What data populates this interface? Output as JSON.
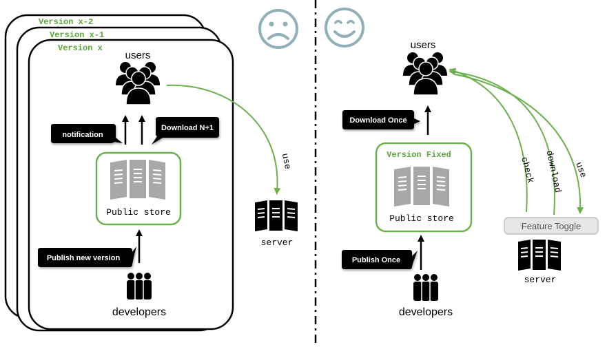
{
  "left": {
    "versions": [
      "Version x-2",
      "Version x-1",
      "Version x"
    ],
    "users_label": "users",
    "notification_label": "notification",
    "download_label": "Download N+1",
    "store_label": "Public store",
    "publish_label": "Publish new version",
    "developers_label": "developers",
    "use_label": "use",
    "server_label": "server",
    "mood": "sad-face"
  },
  "right": {
    "users_label": "users",
    "download_label": "Download Once",
    "version_label": "Version Fixed",
    "store_label": "Public store",
    "publish_label": "Publish Once",
    "developers_label": "developers",
    "check_label": "check",
    "download_arrow_label": "download",
    "use_label": "use",
    "toggle_label": "Feature Toggle",
    "server_label": "server",
    "mood": "happy-face"
  },
  "colors": {
    "green": "#6ab04c",
    "version_text": "#5aa63a",
    "face": "#8fb0b8",
    "store_icon": "#a8a8a8",
    "black": "#000000"
  }
}
